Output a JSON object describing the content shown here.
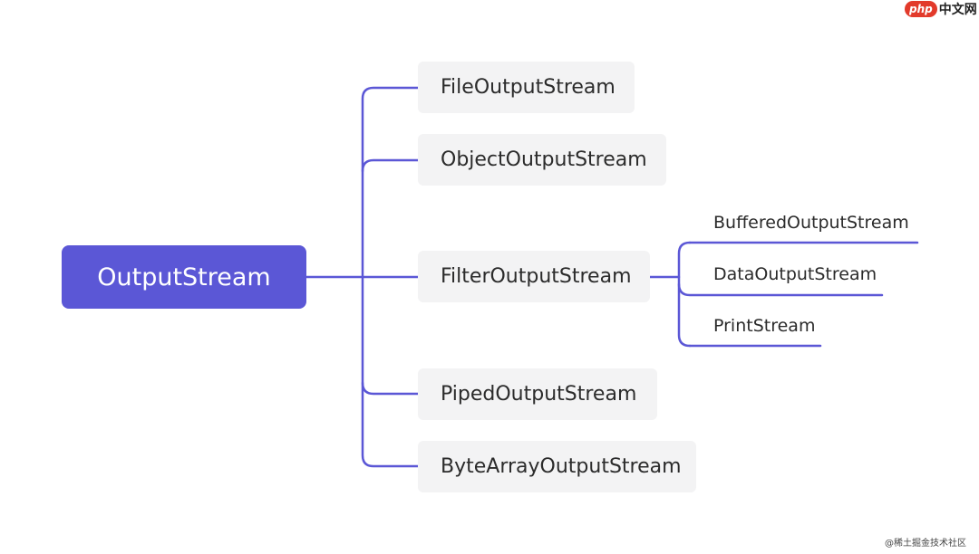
{
  "colors": {
    "accent": "#5b57d6",
    "node_bg": "#f3f3f4",
    "line": "#5b57d6"
  },
  "root": {
    "label": "OutputStream"
  },
  "children": [
    {
      "label": "FileOutputStream"
    },
    {
      "label": "ObjectOutputStream"
    },
    {
      "label": "FilterOutputStream"
    },
    {
      "label": "PipedOutputStream"
    },
    {
      "label": "ByteArrayOutputStream"
    }
  ],
  "filter_children": [
    {
      "label": "BufferedOutputStream"
    },
    {
      "label": "DataOutputStream"
    },
    {
      "label": "PrintStream"
    }
  ],
  "watermarks": {
    "php_badge": "php",
    "php_site": "中文网",
    "juejin": "@稀土掘金技术社区"
  }
}
